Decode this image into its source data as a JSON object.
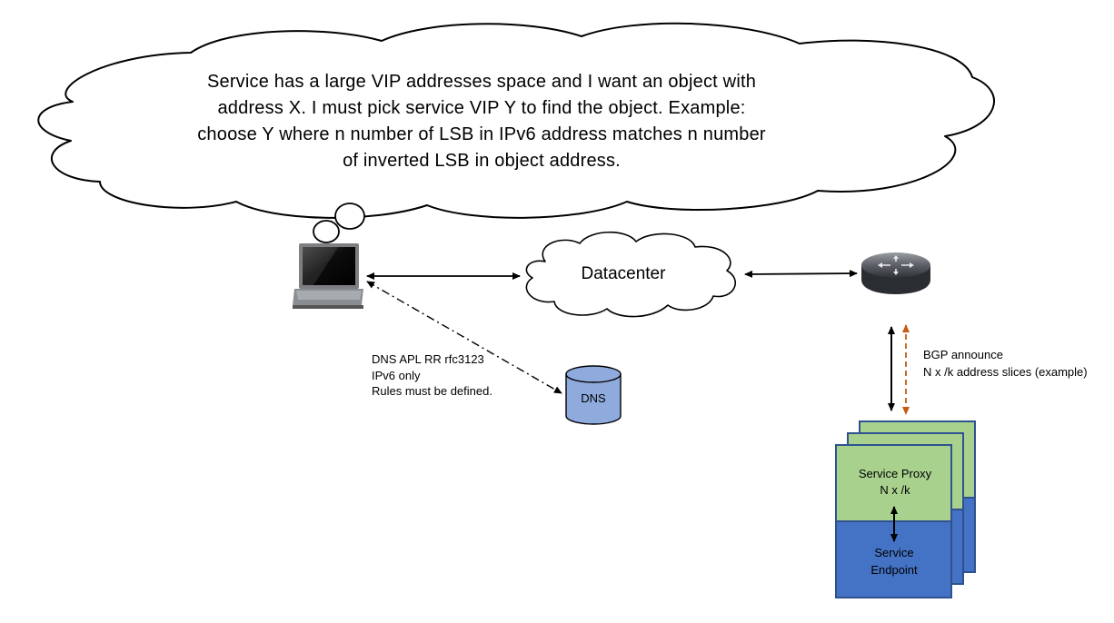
{
  "thought": {
    "lines": [
      "Service has a large VIP addresses space and I want an object with",
      "address X. I must pick service VIP Y to find the object. Example:",
      "choose Y where n number of LSB in IPv6 address matches n number",
      "of inverted LSB in object address."
    ]
  },
  "datacenter": {
    "label": "Datacenter"
  },
  "dns_note": {
    "lines": [
      "DNS APL RR rfc3123",
      "IPv6 only",
      "Rules must be defined."
    ]
  },
  "dns": {
    "label": "DNS"
  },
  "bgp_note": {
    "lines": [
      "BGP announce",
      "N x /k address slices (example)"
    ]
  },
  "proxy": {
    "lines": [
      "Service Proxy",
      "N x /k"
    ]
  },
  "endpoint": {
    "lines": [
      "Service",
      "Endpoint"
    ]
  },
  "colors": {
    "proxy_fill": "#a9d18e",
    "endpoint_fill": "#4472c4",
    "dns_fill": "#8faadc",
    "bgp_arrow": "#c55a11"
  },
  "icons": {
    "client": "laptop-icon",
    "router": "router-icon",
    "dns": "database-cylinder-icon"
  }
}
